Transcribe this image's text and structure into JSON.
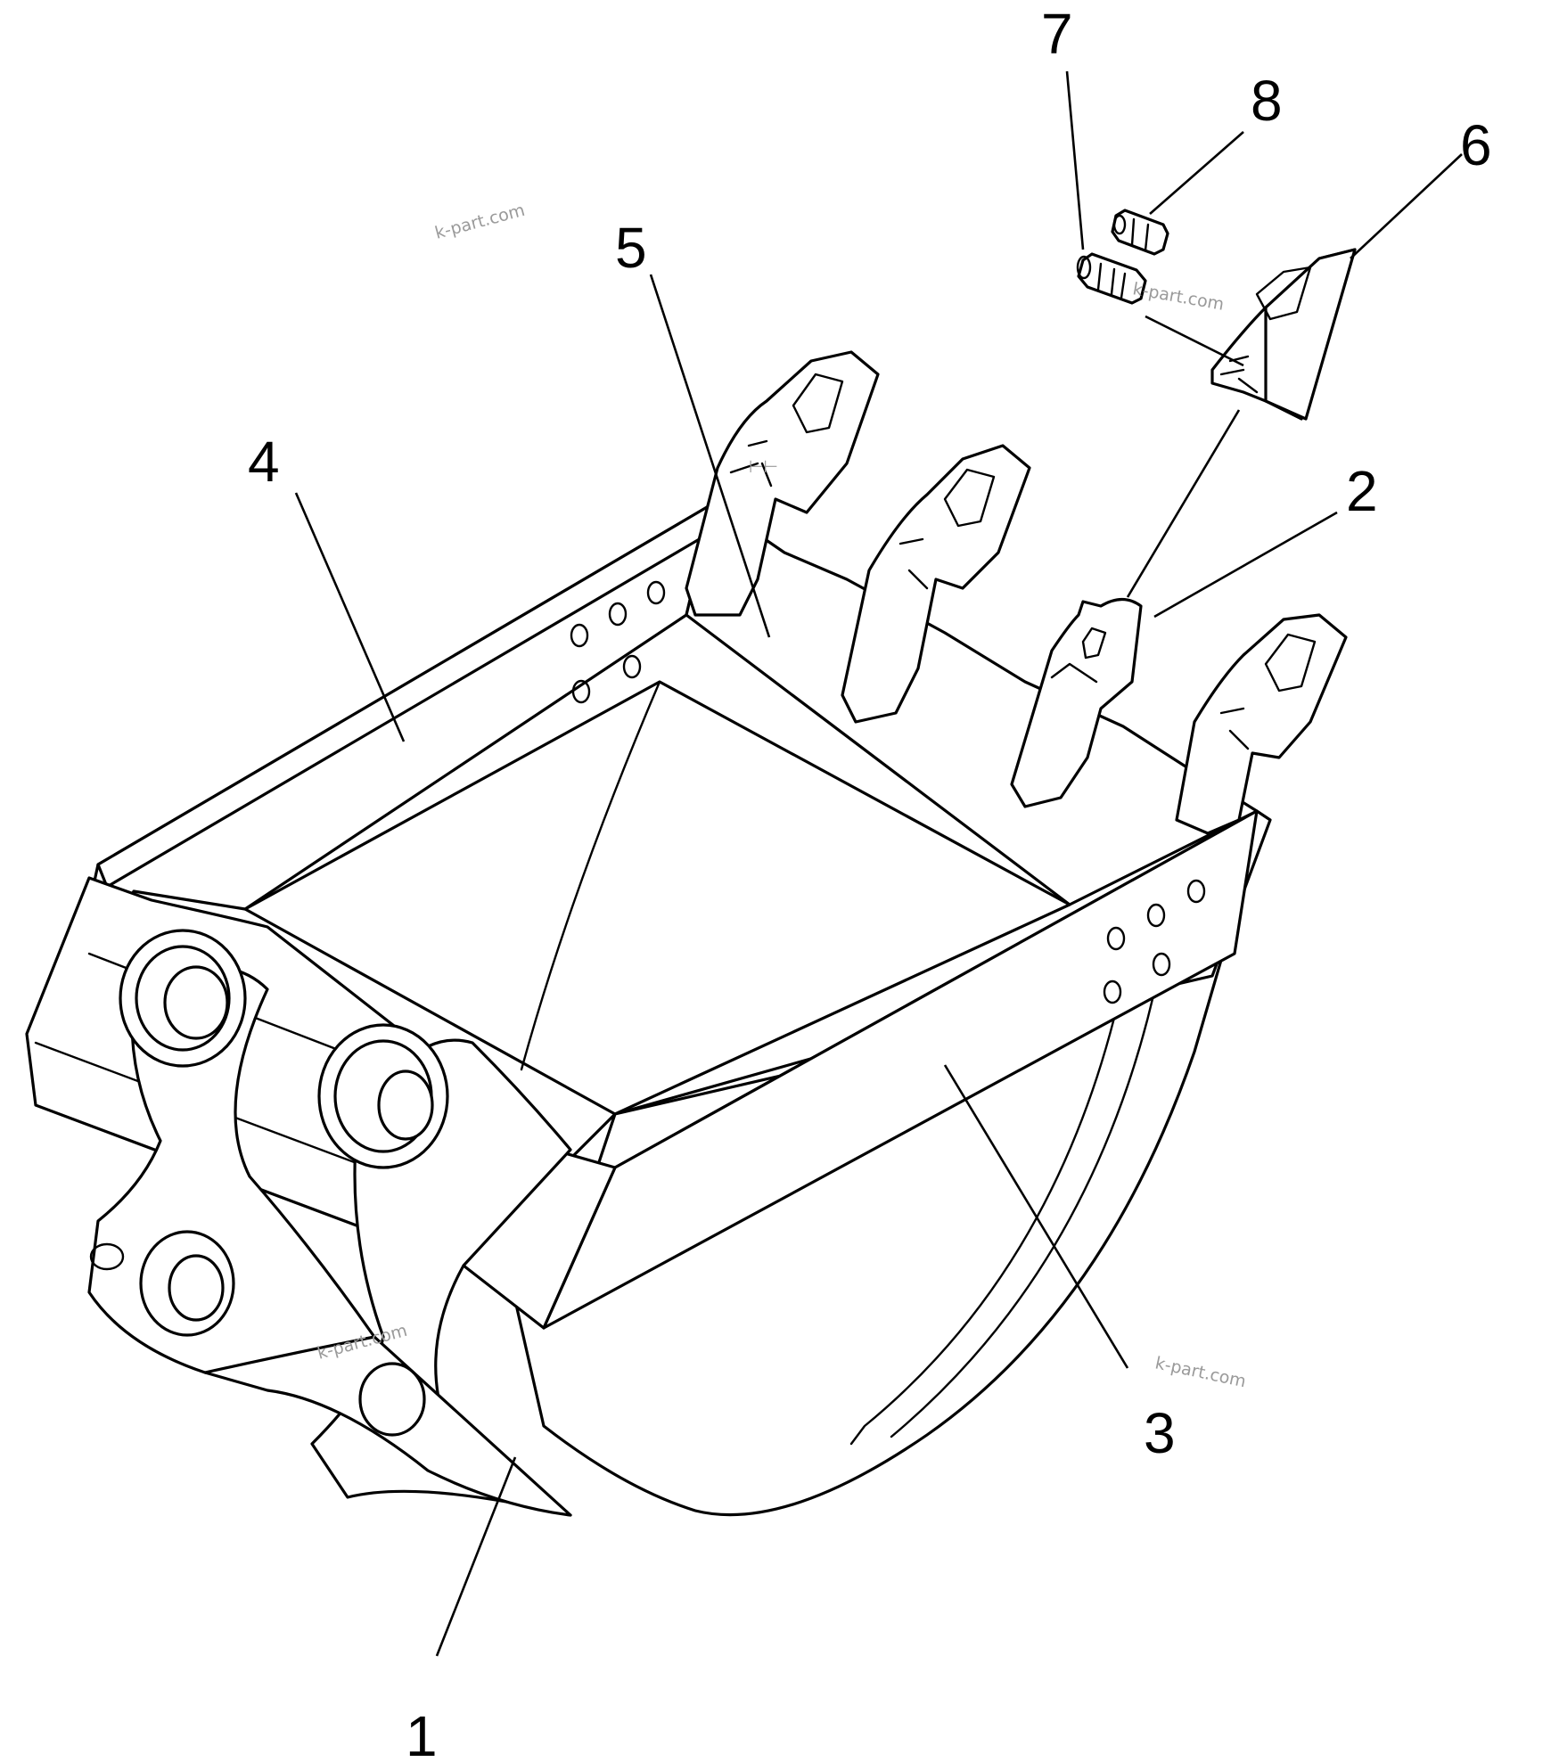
{
  "callouts": [
    {
      "id": "1",
      "label": "1"
    },
    {
      "id": "2",
      "label": "2"
    },
    {
      "id": "3",
      "label": "3"
    },
    {
      "id": "4",
      "label": "4"
    },
    {
      "id": "5",
      "label": "5"
    },
    {
      "id": "6",
      "label": "6"
    },
    {
      "id": "7",
      "label": "7"
    },
    {
      "id": "8",
      "label": "8"
    }
  ],
  "watermarks": [
    "k-part.com",
    "k-part.com",
    "k-part.com",
    "k-part.com"
  ],
  "colors": {
    "line": "#000000",
    "background": "#ffffff",
    "watermark": "#9a9a9a"
  }
}
